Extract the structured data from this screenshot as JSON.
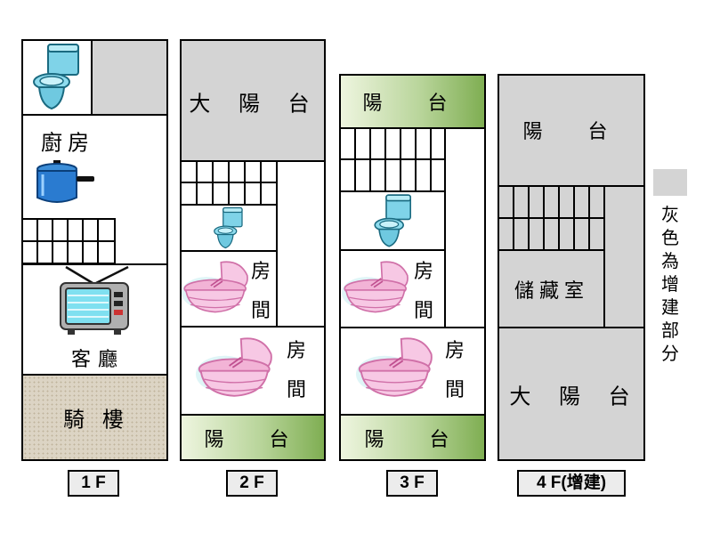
{
  "floors": {
    "f1": {
      "tag": "1 F",
      "rooms": {
        "kitchen": "廚房",
        "living": "客廳",
        "arcade": "騎 樓"
      }
    },
    "f2": {
      "tag": "2 F",
      "rooms": {
        "big_balcony": "大 陽 台",
        "bedroom1": [
          "房",
          "間"
        ],
        "bedroom2": [
          "房",
          "間"
        ],
        "balcony": "陽 台"
      }
    },
    "f3": {
      "tag": "3 F",
      "rooms": {
        "balcony_top": "陽 台",
        "bedroom1": [
          "房",
          "間"
        ],
        "bedroom2": [
          "房",
          "間"
        ],
        "balcony": "陽 台"
      }
    },
    "f4": {
      "tag": "4 F(增建)",
      "rooms": {
        "balcony": "陽 台",
        "storage": "儲藏室",
        "big_balcony": "大 陽 台"
      }
    }
  },
  "legend": {
    "text": [
      "灰",
      "色",
      "為",
      "增",
      "建",
      "部",
      "分"
    ],
    "color": "#d4d4d4"
  },
  "colors": {
    "gray": "#d4d4d4",
    "green": "#7fae52",
    "tan": "#dcd4c4"
  },
  "icons": [
    "toilet-icon",
    "cooking-pot-icon",
    "television-icon",
    "baby-bassinet-icon"
  ]
}
